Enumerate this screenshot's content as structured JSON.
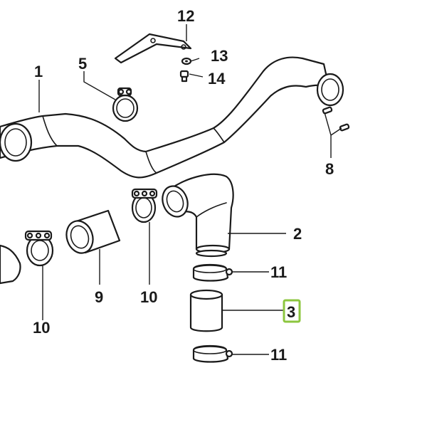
{
  "diagram": {
    "callouts": [
      {
        "id": "c1",
        "text": "1"
      },
      {
        "id": "c2",
        "text": "2"
      },
      {
        "id": "c3",
        "text": "3",
        "highlighted": true
      },
      {
        "id": "c5",
        "text": "5"
      },
      {
        "id": "c8",
        "text": "8"
      },
      {
        "id": "c9",
        "text": "9"
      },
      {
        "id": "c10a",
        "text": "10"
      },
      {
        "id": "c10b",
        "text": "10"
      },
      {
        "id": "c11a",
        "text": "11"
      },
      {
        "id": "c11b",
        "text": "11"
      },
      {
        "id": "c12",
        "text": "12"
      },
      {
        "id": "c13",
        "text": "13"
      },
      {
        "id": "c14",
        "text": "14"
      }
    ],
    "highlight_color": "#8cc63f",
    "line_color": "#1a1a1a"
  }
}
